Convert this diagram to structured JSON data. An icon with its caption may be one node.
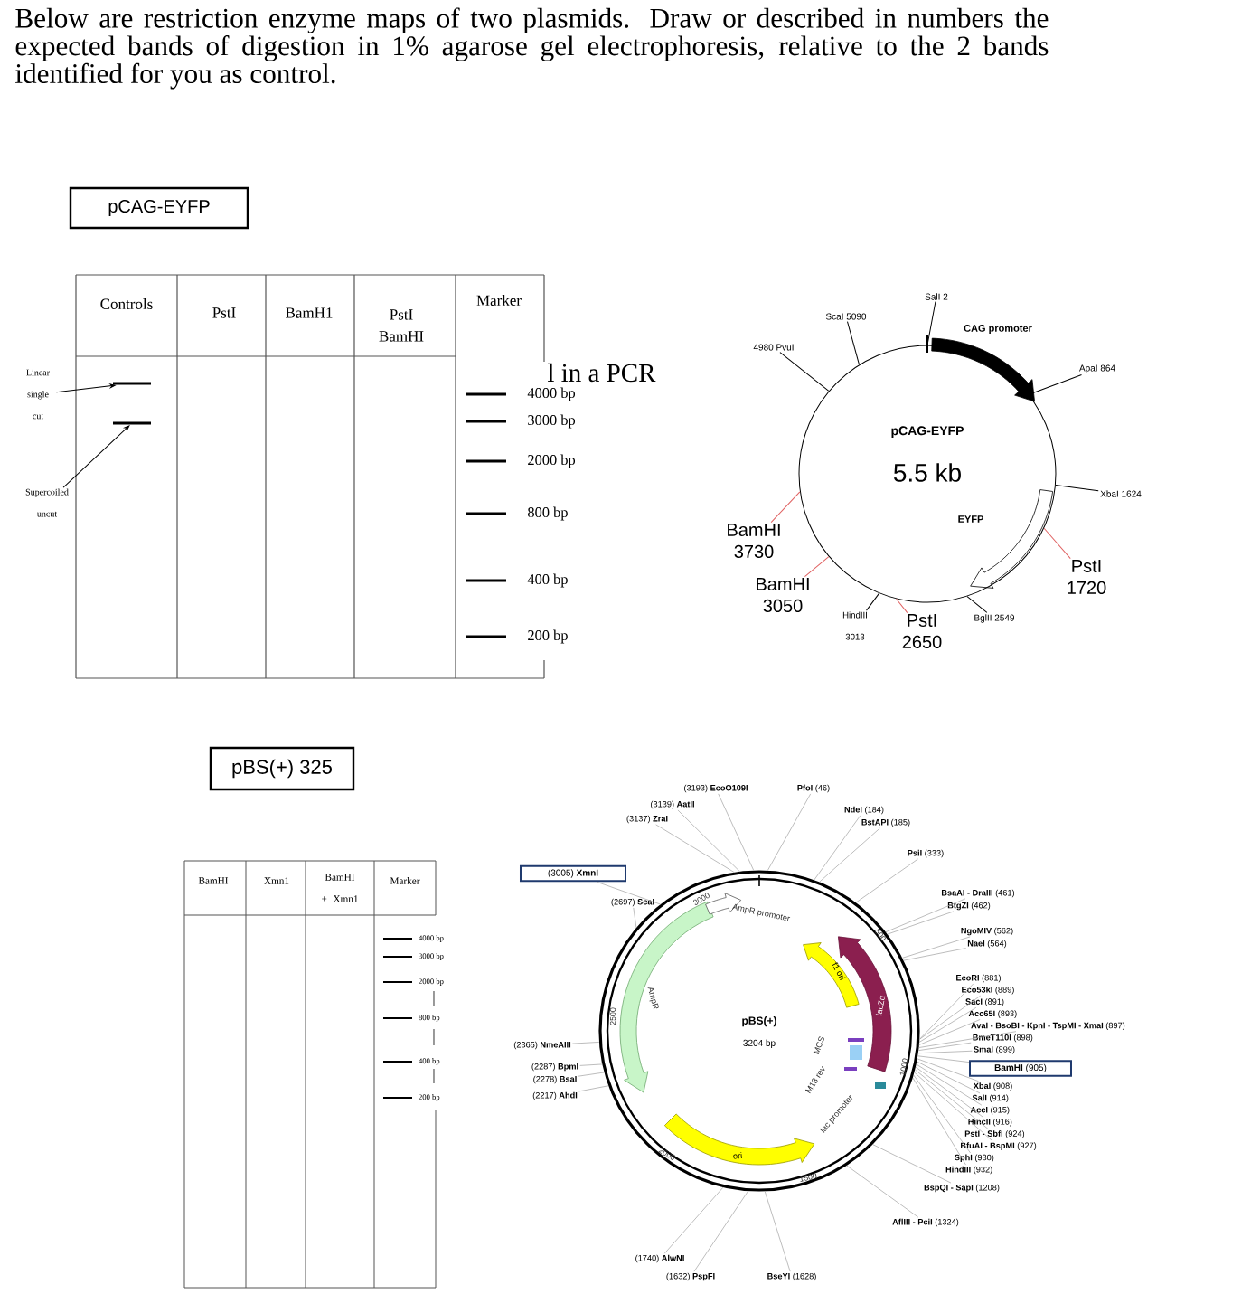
{
  "diagram": {
    "nodes": [
      {
        "text": [
          "pCAG-EYFP"
        ]
      },
      {
        "text": [
          "Linear single cut"
        ]
      },
      {
        "text": [],
        "shape": "bar"
      },
      {
        "text": [],
        "shape": "bar"
      },
      {
        "text": [
          "Supercoiled uncut"
        ]
      },
      {
        "text": [
          "pCAG-EYFP",
          "5.5 kb"
        ]
      },
      {
        "text": [
          "SalI 2"
        ]
      },
      {
        "text": [
          "ScaI 5090"
        ]
      },
      {
        "text": [
          "4980 PvuI"
        ]
      },
      {
        "text": [
          "ApaI 864"
        ]
      },
      {
        "text": [
          "XbaI 1624"
        ]
      },
      {
        "text": [
          "PstI 1720"
        ]
      },
      {
        "text": [
          "BglII 2549"
        ]
      },
      {
        "text": [
          "PstI 2650"
        ]
      },
      {
        "text": [
          "HindIII 3013"
        ]
      },
      {
        "text": [
          "BamHI 3050"
        ]
      },
      {
        "text": [
          "BamHI 3730"
        ]
      },
      {
        "text": [
          "pBS(+) 325"
        ]
      },
      {
        "text": [
          "pBS(+)",
          "3204 bp"
        ]
      },
      {
        "text": [
          "(3193) **EcoO109I**"
        ]
      },
      {
        "text": [
          "**PfoI** (46)"
        ]
      },
      {
        "text": [
          "(3139) **AatII**"
        ]
      },
      {
        "text": [
          "(3137) **ZraI**"
        ]
      },
      {
        "text": [
          "**NdeI** (184)"
        ]
      },
      {
        "text": [
          "**BstAPI** (185)"
        ]
      },
      {
        "text": [
          "**PsiI** (333)"
        ]
      },
      {
        "text": [
          "**BsaAI - DraIII** (461)"
        ]
      },
      {
        "text": [
          "**BtgZI** (462)"
        ]
      },
      {
        "text": [
          "**NgoMIV** (562)"
        ]
      },
      {
        "text": [
          "**NaeI** (564)"
        ]
      },
      {
        "text": [
          "**EcoRI** (881)"
        ]
      },
      {
        "text": [
          "**Eco53kI** (889)"
        ]
      },
      {
        "text": [
          "**SacI** (891)"
        ]
      },
      {
        "text": [
          "**Acc65I** (893)"
        ]
      },
      {
        "text": [
          "**AvaI - BsoBI - KpnI - TspMI - XmaI** (897)"
        ]
      },
      {
        "text": [
          "**BmeT110I** (898)"
        ]
      },
      {
        "text": [
          "**SmaI** (899)"
        ]
      },
      {
        "text": [
          "**BamHI** (905)"
        ]
      },
      {
        "text": [
          "**XbaI** (908)"
        ]
      },
      {
        "text": [
          "**SalI** (914)"
        ]
      },
      {
        "text": [
          "**AccI** (915)"
        ]
      },
      {
        "text": [
          "**HincII** (916)"
        ]
      },
      {
        "text": [
          "**PstI - SbfI** (924)"
        ]
      },
      {
        "text": [
          "**BfuAI - BspMI** (927)"
        ]
      },
      {
        "text": [
          "**SphI** (930)"
        ]
      },
      {
        "text": [
          "**HindIII** (932)"
        ]
      },
      {
        "text": [
          "**BspQI - SapI** (1208)"
        ]
      },
      {
        "text": [
          "**AflIII - PciI** (1324)"
        ]
      },
      {
        "text": [
          "(1740) **AlwNI**"
        ]
      },
      {
        "text": [
          "(1632) **PspFI**"
        ]
      },
      {
        "text": [
          "**BseYI** (1628)"
        ]
      },
      {
        "text": [
          "(2697) **ScaI**"
        ]
      },
      {
        "text": [
          "(3005) **XmnI**"
        ]
      },
      {
        "text": [
          "(2365) **NmeAIII**"
        ]
      },
      {
        "text": [
          "(2287) **BpmI**"
        ]
      },
      {
        "text": [
          "(2278) **BsaI**"
        ]
      },
      {
        "text": [
          "(2217) **AhdI**"
        ]
      }
    ],
    "edges": [
      {
        "from": 1,
        "to": 2,
        "arrow": "to",
        "color": "#000000"
      },
      {
        "from": 4,
        "to": 3,
        "arrow": "to",
        "color": "#000000"
      },
      {
        "from": 6,
        "to": 5,
        "arrow": "none",
        "color": "#000000"
      },
      {
        "from": 7,
        "to": 5,
        "arrow": "none",
        "color": "#000000"
      },
      {
        "from": 8,
        "to": 5,
        "arrow": "none",
        "color": "#000000"
      },
      {
        "from": 9,
        "to": 5,
        "arrow": "none",
        "color": "#000000"
      },
      {
        "from": 10,
        "to": 5,
        "arrow": "none",
        "color": "#000000"
      },
      {
        "from": 11,
        "to": 5,
        "arrow": "none",
        "color": "#e06060"
      },
      {
        "from": 12,
        "to": 5,
        "arrow": "none",
        "color": "#000000"
      },
      {
        "from": 13,
        "to": 5,
        "arrow": "none",
        "color": "#e06060"
      },
      {
        "from": 14,
        "to": 5,
        "arrow": "none",
        "color": "#000000"
      },
      {
        "from": 15,
        "to": 5,
        "arrow": "none",
        "color": "#e06060"
      },
      {
        "from": 16,
        "to": 5,
        "arrow": "none",
        "color": "#e06060"
      },
      {
        "from": 19,
        "to": 18,
        "arrow": "none"
      },
      {
        "from": 20,
        "to": 18,
        "arrow": "none"
      },
      {
        "from": 21,
        "to": 18,
        "arrow": "none"
      },
      {
        "from": 22,
        "to": 18,
        "arrow": "none"
      },
      {
        "from": 23,
        "to": 18,
        "arrow": "none"
      },
      {
        "from": 24,
        "to": 18,
        "arrow": "none"
      },
      {
        "from": 25,
        "to": 18,
        "arrow": "none"
      },
      {
        "from": 26,
        "to": 18,
        "arrow": "none"
      },
      {
        "from": 27,
        "to": 18,
        "arrow": "none"
      },
      {
        "from": 28,
        "to": 18,
        "arrow": "none"
      },
      {
        "from": 29,
        "to": 18,
        "arrow": "none"
      },
      {
        "from": 30,
        "to": 18,
        "arrow": "none"
      },
      {
        "from": 31,
        "to": 18,
        "arrow": "none"
      },
      {
        "from": 32,
        "to": 18,
        "arrow": "none"
      },
      {
        "from": 33,
        "to": 18,
        "arrow": "none"
      },
      {
        "from": 34,
        "to": 18,
        "arrow": "none"
      },
      {
        "from": 35,
        "to": 18,
        "arrow": "none"
      },
      {
        "from": 36,
        "to": 18,
        "arrow": "none"
      },
      {
        "from": 37,
        "to": 18,
        "arrow": "none"
      },
      {
        "from": 38,
        "to": 18,
        "arrow": "none"
      },
      {
        "from": 39,
        "to": 18,
        "arrow": "none"
      },
      {
        "from": 40,
        "to": 18,
        "arrow": "none"
      },
      {
        "from": 41,
        "to": 18,
        "arrow": "none"
      },
      {
        "from": 42,
        "to": 18,
        "arrow": "none"
      },
      {
        "from": 43,
        "to": 18,
        "arrow": "none"
      },
      {
        "from": 44,
        "to": 18,
        "arrow": "none"
      },
      {
        "from": 45,
        "to": 18,
        "arrow": "none"
      },
      {
        "from": 46,
        "to": 18,
        "arrow": "none"
      },
      {
        "from": 47,
        "to": 18,
        "arrow": "none"
      },
      {
        "from": 48,
        "to": 18,
        "arrow": "none"
      },
      {
        "from": 49,
        "to": 18,
        "arrow": "none"
      },
      {
        "from": 50,
        "to": 18,
        "arrow": "none"
      },
      {
        "from": 51,
        "to": 18,
        "arrow": "none"
      },
      {
        "from": 52,
        "to": 18,
        "arrow": "none"
      },
      {
        "from": 53,
        "to": 18,
        "arrow": "none"
      },
      {
        "from": 54,
        "to": 18,
        "arrow": "none"
      },
      {
        "from": 55,
        "to": 18,
        "arrow": "none"
      },
      {
        "from": 56,
        "to": 18,
        "arrow": "none"
      }
    ],
    "labels": [
      "Below are restriction enzyme maps of two plasmids. Draw or described in numbers the expected bands of digestion in 1% agarose gel electrophoresis, relative to the 2 bands identified for you as control.",
      "Controls",
      "PstI",
      "BamH1",
      "PstI BamHI",
      "Marker",
      "l in a PCR",
      "4000 bp",
      "3000 bp",
      "2000 bp",
      "800 bp",
      "400 bp",
      "200 bp",
      "CAG promoter",
      "EYFP",
      "BamHI",
      "Xmn1",
      "BamHI + Xmn1",
      "Marker",
      "4000 bp",
      "3000 bp",
      "2000 bp",
      "800 bp",
      "400 bp",
      "200 bp",
      "AmpR promoter",
      "AmpR",
      "f1 ori",
      "lacZα",
      "MCS",
      "M13 rev",
      "lac promoter",
      "ori",
      "500",
      "1000",
      "1500",
      "2000",
      "2500",
      "3000"
    ]
  }
}
